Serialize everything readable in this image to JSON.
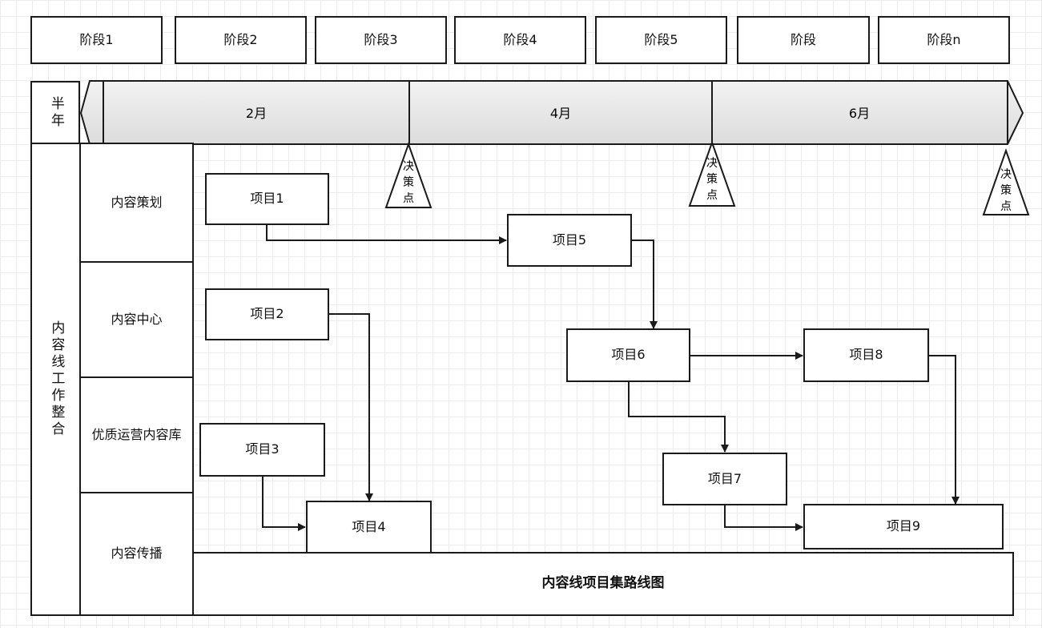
{
  "stages": [
    "阶段1",
    "阶段2",
    "阶段3",
    "阶段4",
    "阶段5",
    "阶段",
    "阶段n"
  ],
  "timeline": {
    "side_label": "半年",
    "months": [
      "2月",
      "4月",
      "6月"
    ],
    "decision_label": "决策点"
  },
  "left_title": "内容线工作整合",
  "lanes": [
    "内容策划",
    "内容中心",
    "优质运营内容库",
    "内容传播"
  ],
  "projects": {
    "p1": "项目1",
    "p2": "项目2",
    "p3": "项目3",
    "p4": "项目4",
    "p5": "项目5",
    "p6": "项目6",
    "p7": "项目7",
    "p8": "项目8",
    "p9": "项目9"
  },
  "footer_title": "内容线项目集路线图"
}
